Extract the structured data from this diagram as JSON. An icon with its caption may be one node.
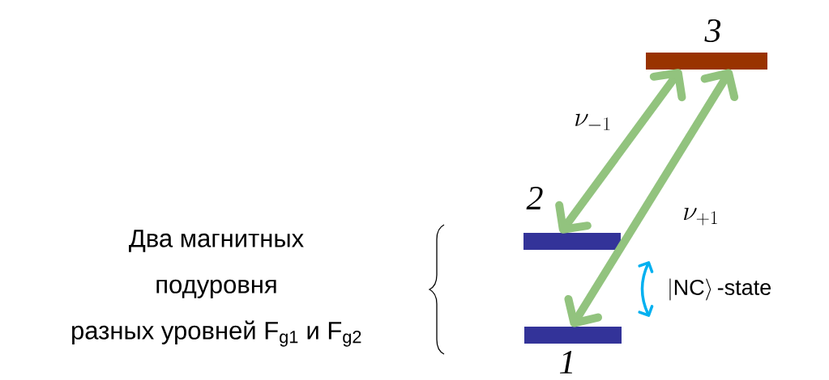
{
  "diagram": {
    "nodes": [
      {
        "text": [
          "3"
        ]
      },
      {
        "text": [
          "2"
        ]
      },
      {
        "text": [
          "1"
        ]
      }
    ],
    "edges": [
      {
        "from": 1,
        "to": 0,
        "arrow": "both",
        "label": "\\nu_{-1}"
      },
      {
        "from": 2,
        "to": 0,
        "arrow": "both",
        "label": "\\nu_{+1}"
      },
      {
        "from": 1,
        "to": 2,
        "arrow": "both",
        "label": "\\left|\\mathrm{NC}\\right\\rangle\\text{-state}",
        "color": "#00b0f0"
      }
    ],
    "labels": [
      "Два магнитных подуровня разных уровней F$_{g1}$ и F$_{g2}$"
    ]
  }
}
